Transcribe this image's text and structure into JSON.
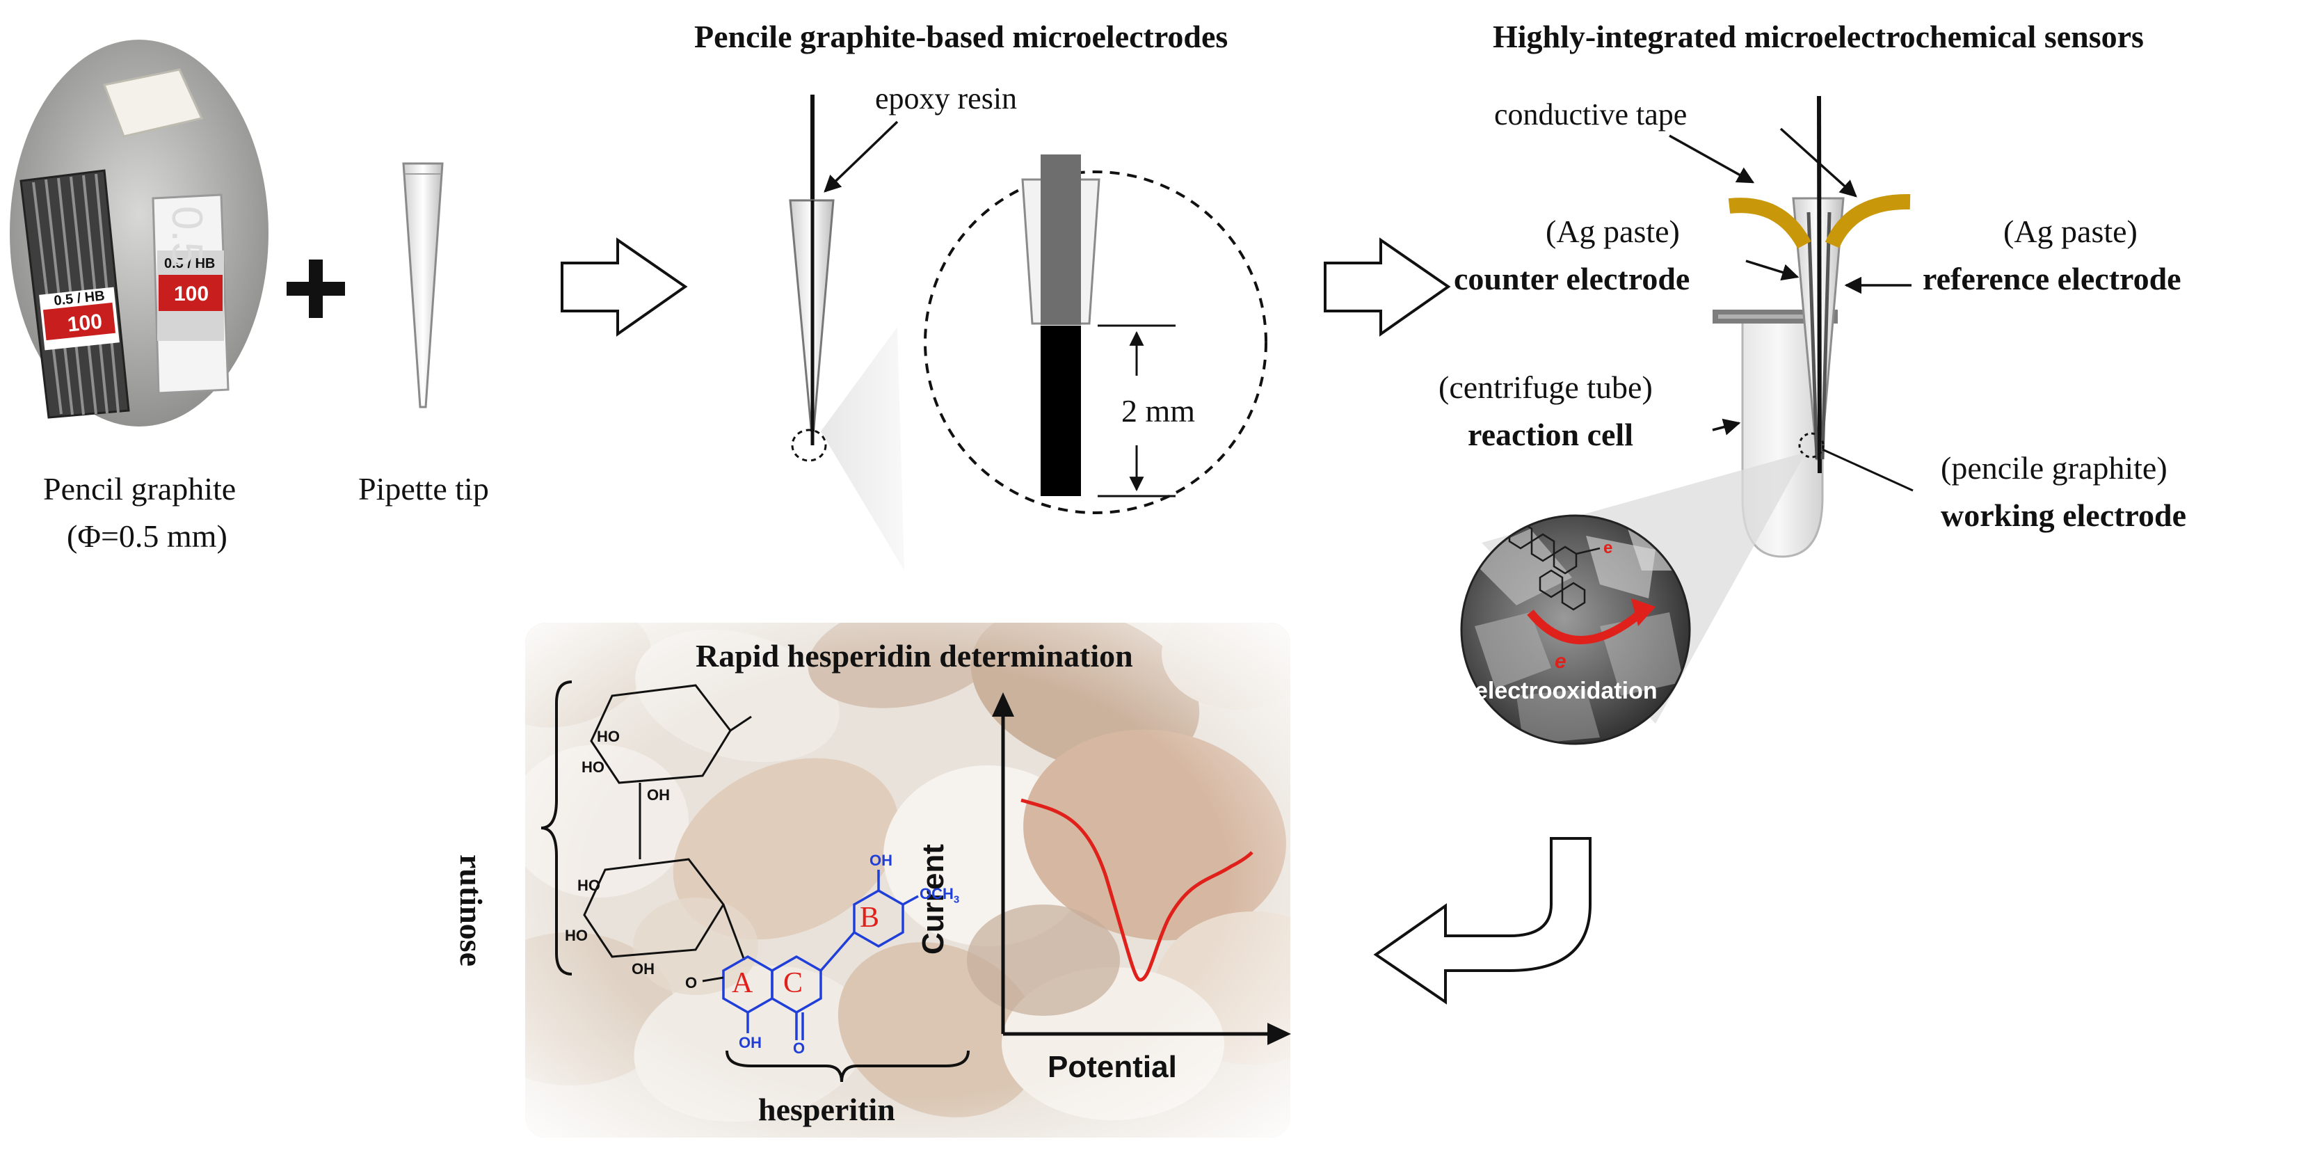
{
  "labels": {
    "pencil_graphite": "Pencil graphite",
    "pencil_diameter": "(Φ=0.5 mm)",
    "pipette_tip": "Pipette tip",
    "plus": "+",
    "micro_title": "Pencile graphite-based microelectrodes",
    "epoxy_resin": "epoxy resin",
    "two_mm": "2 mm",
    "sensor_title": "Highly-integrated microelectrochemical sensors",
    "conductive_tape": "conductive tape",
    "ag_paste_left": "(Ag paste)",
    "counter_electrode": "counter electrode",
    "ag_paste_right": "(Ag paste)",
    "reference_electrode": "reference electrode",
    "centrifuge_tube": "(centrifuge tube)",
    "reaction_cell": "reaction cell",
    "pencile_graphite": "(pencile graphite)",
    "working_electrode": "working electrode",
    "electrooxidation": "electrooxidation",
    "electron": "e",
    "rapid_title": "Rapid hesperidin determination",
    "rutinose": "rutinose",
    "hesperitin": "hesperitin",
    "current_axis": "Current",
    "potential_axis": "Potential",
    "ring_a": "A",
    "ring_b": "B",
    "ring_c": "C",
    "oh": "OH",
    "och3": "OCH",
    "och3_sub": "3",
    "ho": "HO",
    "o": "O",
    "pack_text_1": "0.5 / HB",
    "pack_text_2": "100",
    "pack_text_3": "0.5 / HB",
    "pack_text_4": "100"
  },
  "colors": {
    "gold_tape": "#C9980A",
    "curve_red": "#E0201A",
    "structure_blue": "#1F3FD8",
    "ring_label_red": "#E0201A",
    "sem_gray": "#6a6a6a"
  }
}
